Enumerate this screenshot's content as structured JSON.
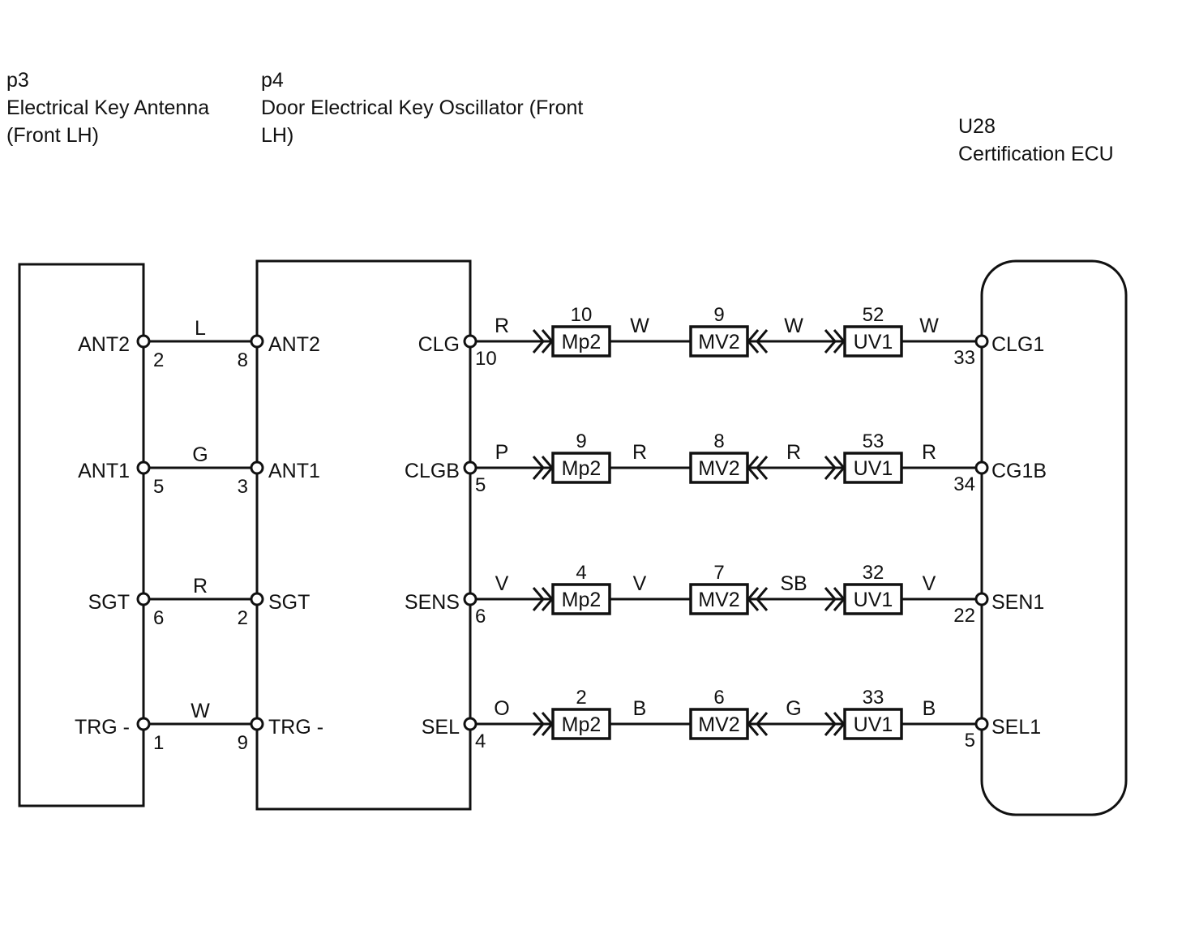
{
  "components": {
    "p3": {
      "code": "p3",
      "name_line1": "Electrical Key Antenna",
      "name_line2": "(Front LH)"
    },
    "p4": {
      "code": "p4",
      "name_line1": "Door Electrical Key Oscillator (Front",
      "name_line2": "LH)"
    },
    "u28": {
      "code": "U28",
      "name": "Certification ECU"
    }
  },
  "antenna_links": [
    {
      "p3_pin": "ANT2",
      "p3_num": "2",
      "wire": "L",
      "p4_num": "8",
      "p4_pin": "ANT2"
    },
    {
      "p3_pin": "ANT1",
      "p3_num": "5",
      "wire": "G",
      "p4_num": "3",
      "p4_pin": "ANT1"
    },
    {
      "p3_pin": "SGT",
      "p3_num": "6",
      "wire": "R",
      "p4_num": "2",
      "p4_pin": "SGT"
    },
    {
      "p3_pin": "TRG -",
      "p3_num": "1",
      "wire": "W",
      "p4_num": "9",
      "p4_pin": "TRG -"
    }
  ],
  "ecu_circuits": [
    {
      "p4_pin": "CLG",
      "p4_num": "10",
      "wires": [
        "R",
        "W",
        "W",
        "W"
      ],
      "connectors": [
        {
          "name": "Mp2",
          "pin": "10"
        },
        {
          "name": "MV2",
          "pin": "9"
        },
        {
          "name": "UV1",
          "pin": "52"
        }
      ],
      "ecu_num": "33",
      "ecu_pin": "CLG1"
    },
    {
      "p4_pin": "CLGB",
      "p4_num": "5",
      "wires": [
        "P",
        "R",
        "R",
        "R"
      ],
      "connectors": [
        {
          "name": "Mp2",
          "pin": "9"
        },
        {
          "name": "MV2",
          "pin": "8"
        },
        {
          "name": "UV1",
          "pin": "53"
        }
      ],
      "ecu_num": "34",
      "ecu_pin": "CG1B"
    },
    {
      "p4_pin": "SENS",
      "p4_num": "6",
      "wires": [
        "V",
        "V",
        "SB",
        "V"
      ],
      "connectors": [
        {
          "name": "Mp2",
          "pin": "4"
        },
        {
          "name": "MV2",
          "pin": "7"
        },
        {
          "name": "UV1",
          "pin": "32"
        }
      ],
      "ecu_num": "22",
      "ecu_pin": "SEN1"
    },
    {
      "p4_pin": "SEL",
      "p4_num": "4",
      "wires": [
        "O",
        "B",
        "G",
        "B"
      ],
      "connectors": [
        {
          "name": "Mp2",
          "pin": "2"
        },
        {
          "name": "MV2",
          "pin": "6"
        },
        {
          "name": "UV1",
          "pin": "33"
        }
      ],
      "ecu_num": "5",
      "ecu_pin": "SEL1"
    }
  ]
}
